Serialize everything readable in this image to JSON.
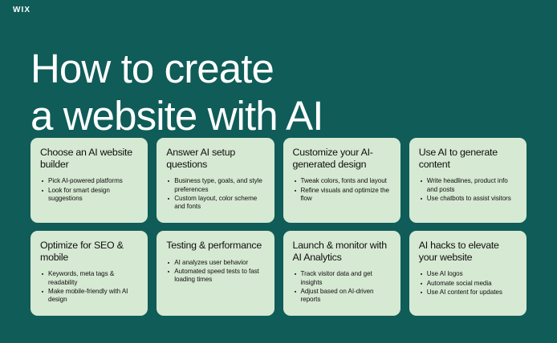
{
  "brand": {
    "logo_text": "WIX"
  },
  "headline": {
    "text": "How to create\na website with AI"
  },
  "colors": {
    "background": "#0f5c58",
    "card_background": "#d6e9d3",
    "headline_text": "#ffffff",
    "card_text": "#10100f"
  },
  "cards": [
    {
      "title": "Choose an AI website builder",
      "bullets": [
        "Pick AI-powered platforms",
        "Look for smart design suggestions"
      ]
    },
    {
      "title": "Answer AI setup questions",
      "bullets": [
        "Business type, goals, and style preferences",
        "Custom layout, color scheme and fonts"
      ]
    },
    {
      "title": "Customize your AI-generated design",
      "bullets": [
        "Tweak colors, fonts and layout",
        "Refine visuals and optimize the flow"
      ]
    },
    {
      "title": "Use AI to generate content",
      "bullets": [
        "Write headlines, product info and posts",
        "Use chatbots to assist visitors"
      ]
    },
    {
      "title": "Optimize for SEO & mobile",
      "bullets": [
        "Keywords, meta tags & readability",
        "Make mobile-friendly with AI design"
      ]
    },
    {
      "title": "Testing & performance",
      "bullets": [
        "AI analyzes user behavior",
        "Automated speed tests to fast loading times"
      ]
    },
    {
      "title": "Launch & monitor with AI Analytics",
      "bullets": [
        "Track visitor data and get insights",
        "Adjust based on AI-driven reports"
      ]
    },
    {
      "title": "AI hacks to elevate your website",
      "bullets": [
        "Use AI logos",
        "Automate social media",
        "Use AI content for updates"
      ]
    }
  ]
}
